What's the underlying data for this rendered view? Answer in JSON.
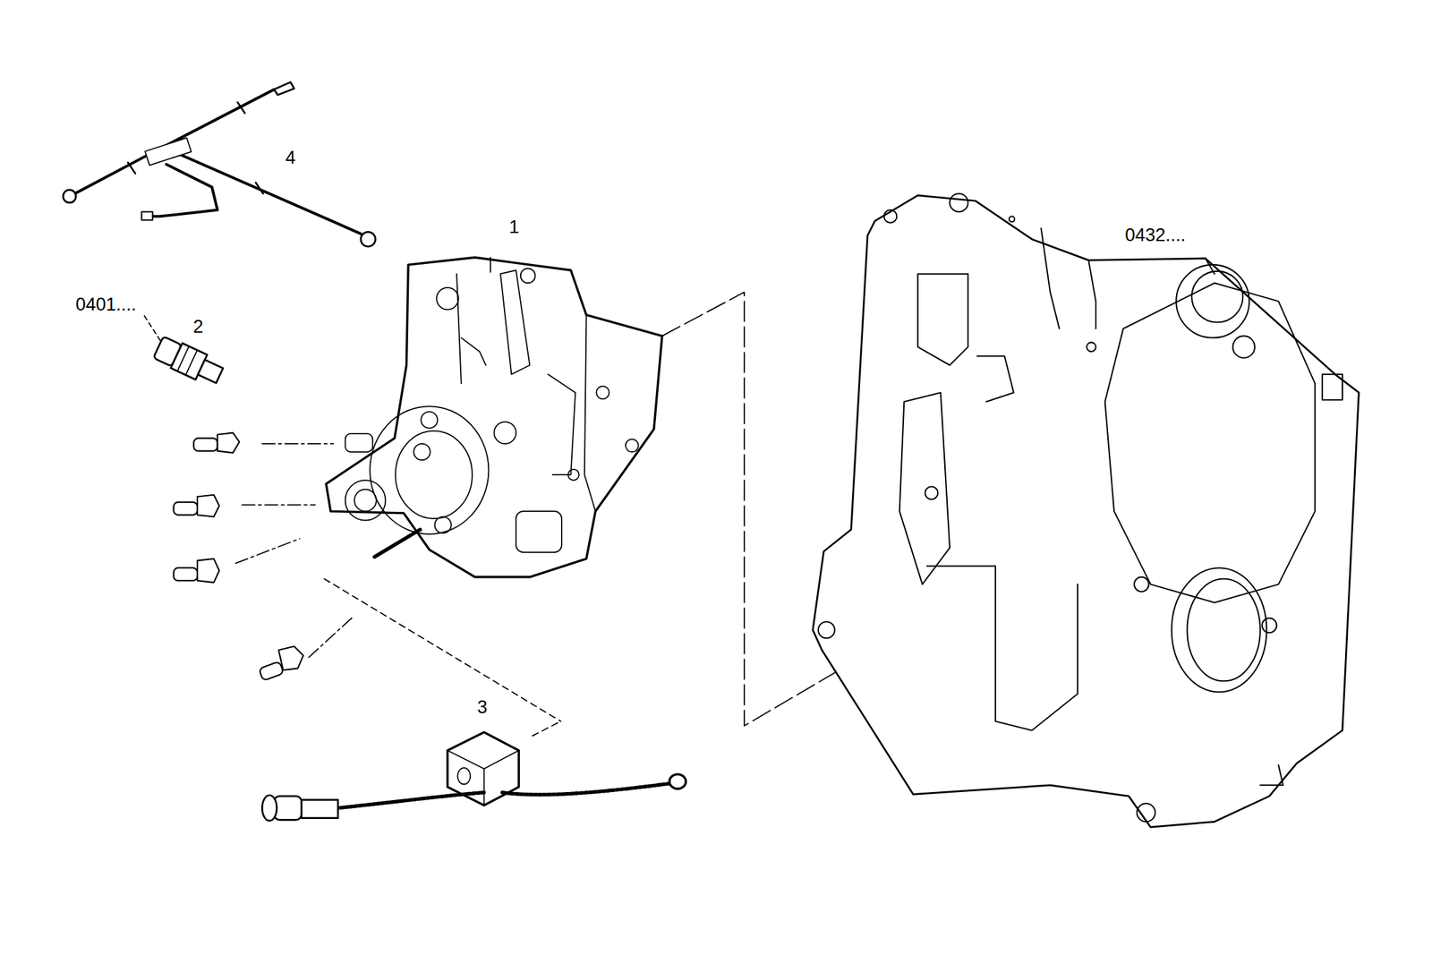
{
  "diagram": {
    "labels": [
      "4",
      "1",
      "0432....",
      "0401....",
      "2",
      "3"
    ]
  }
}
